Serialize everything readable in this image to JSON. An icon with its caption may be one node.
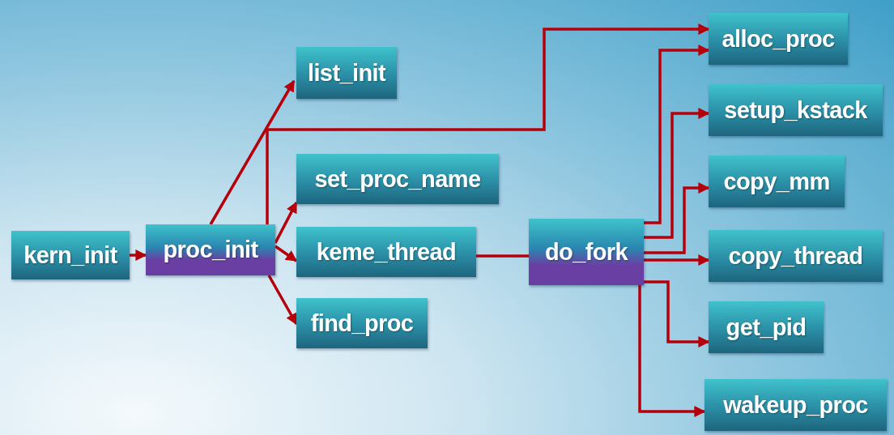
{
  "diagram": {
    "nodes": [
      {
        "text": [
          "kern_init"
        ]
      },
      {
        "text": [
          "proc_init"
        ]
      },
      {
        "text": [
          "list_init"
        ]
      },
      {
        "text": [
          "set_proc_name"
        ]
      },
      {
        "text": [
          "keme_thread"
        ]
      },
      {
        "text": [
          "find_proc"
        ]
      },
      {
        "text": [
          "do_fork"
        ]
      },
      {
        "text": [
          "alloc_proc"
        ]
      },
      {
        "text": [
          "setup_kstack"
        ]
      },
      {
        "text": [
          "copy_mm"
        ]
      },
      {
        "text": [
          "copy_thread"
        ]
      },
      {
        "text": [
          "get_pid"
        ]
      },
      {
        "text": [
          "wakeup_proc"
        ]
      }
    ],
    "edges": [
      {
        "from": 0,
        "to": 1,
        "arrow": "to"
      },
      {
        "from": 1,
        "to": 2,
        "arrow": "to"
      },
      {
        "from": 1,
        "to": 7,
        "arrow": "to"
      },
      {
        "from": 1,
        "to": 3,
        "arrow": "to"
      },
      {
        "from": 1,
        "to": 4,
        "arrow": "to"
      },
      {
        "from": 1,
        "to": 5,
        "arrow": "to"
      },
      {
        "from": 4,
        "to": 6,
        "arrow": "none"
      },
      {
        "from": 6,
        "to": 7,
        "arrow": "to"
      },
      {
        "from": 6,
        "to": 8,
        "arrow": "to"
      },
      {
        "from": 6,
        "to": 9,
        "arrow": "to"
      },
      {
        "from": 6,
        "to": 10,
        "arrow": "to"
      },
      {
        "from": 6,
        "to": 11,
        "arrow": "to"
      },
      {
        "from": 6,
        "to": 12,
        "arrow": "to"
      }
    ]
  }
}
